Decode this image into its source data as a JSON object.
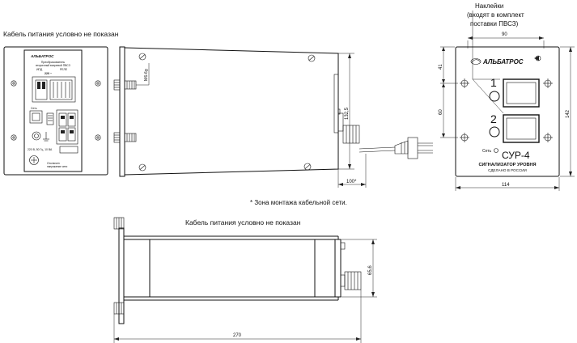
{
  "notes": {
    "cable_not_shown_top": "Кабель питания условно не показан",
    "cable_not_shown_bottom": "Кабель питания условно не показан",
    "cable_zone": "* Зона монтажа кабельной сети."
  },
  "callout": {
    "line1": "Наклейки",
    "line2": "(входят в комплект",
    "line3": "поставки ПВСЗ)"
  },
  "left_panel": {
    "brand": "АЛЬБАТРОС",
    "title1": "Преобразователь",
    "title2": "вторичный вихревой ПВСЗ",
    "label_ipd": "ИПД",
    "label_out": "РЕЛЕ",
    "mode": "220 ~",
    "label_set": "Сеть",
    "supply": "220 В, 50 Гц, 10 ВА",
    "label_check": "Отключен",
    "label_check2": "напряжение сети"
  },
  "right_panel": {
    "brand": "АЛЬБАТРОС",
    "ch1": "1",
    "ch2": "2",
    "set_label": "Сеть",
    "model": "СУР-4",
    "subtitle": "СИГНАЛИЗАТОР УРОВНЯ",
    "made_in": "СДЕЛАНО В РОССИИ"
  },
  "dims": {
    "d90": "90",
    "d41": "41",
    "d60": "60",
    "d142": "142",
    "d114": "114",
    "m6": "М6-6g",
    "d1325": "132,5",
    "d100": "100*",
    "d656": "65,6",
    "d270": "270"
  }
}
